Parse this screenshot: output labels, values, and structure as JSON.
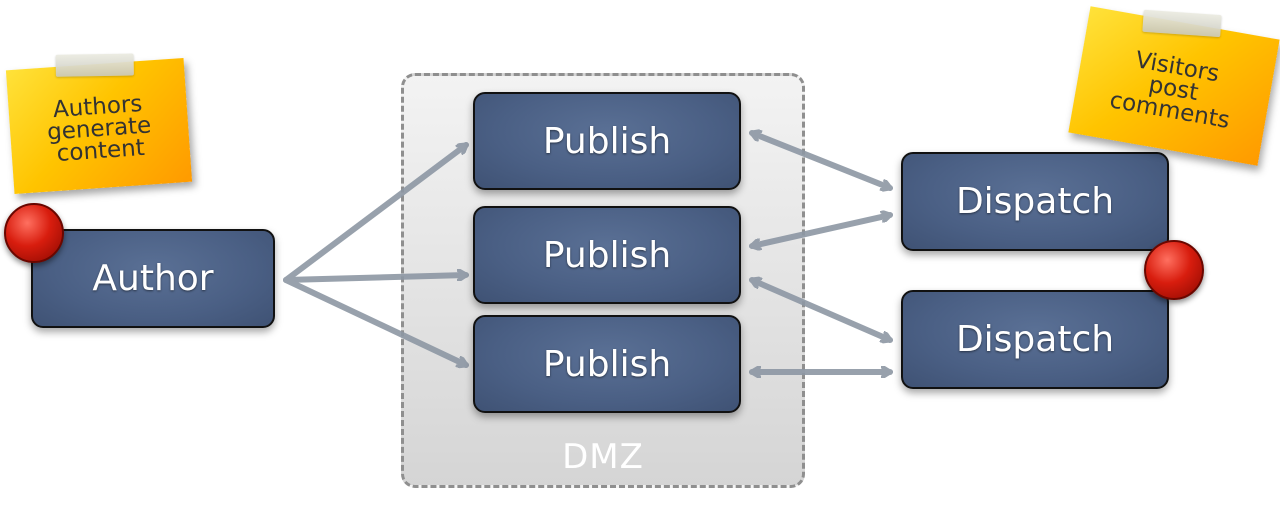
{
  "author": {
    "label": "Author"
  },
  "dmz": {
    "label": "DMZ",
    "publish_nodes": [
      {
        "label": "Publish"
      },
      {
        "label": "Publish"
      },
      {
        "label": "Publish"
      }
    ]
  },
  "dispatch_nodes": [
    {
      "label": "Dispatch"
    },
    {
      "label": "Dispatch"
    }
  ],
  "notes": {
    "authors": "Authors\ngenerate\ncontent",
    "visitors": "Visitors\npost\ncomments"
  },
  "colors": {
    "node_fill": "#4a5f84",
    "dmz_fill": "#e2e2e2",
    "arrow": "#8d97a4",
    "pin": "#d81d0e",
    "note": "#ffc400"
  },
  "edges": [
    {
      "from": "author",
      "to": "publish-1",
      "direction": "forward"
    },
    {
      "from": "author",
      "to": "publish-2",
      "direction": "forward"
    },
    {
      "from": "author",
      "to": "publish-3",
      "direction": "forward"
    },
    {
      "from": "publish-1",
      "to": "dispatch-1",
      "direction": "both"
    },
    {
      "from": "publish-2",
      "to": "dispatch-1",
      "direction": "both"
    },
    {
      "from": "publish-2",
      "to": "dispatch-2",
      "direction": "both"
    },
    {
      "from": "publish-3",
      "to": "dispatch-2",
      "direction": "both"
    }
  ]
}
